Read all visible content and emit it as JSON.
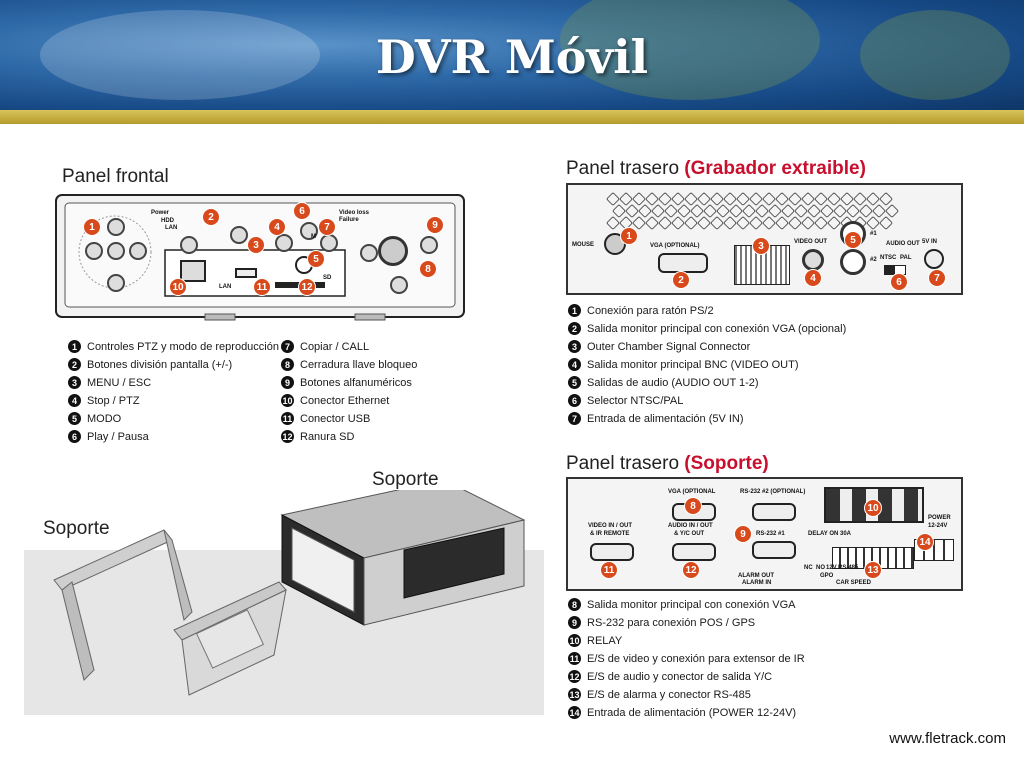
{
  "header": {
    "title": "DVR Móvil"
  },
  "front": {
    "heading": "Panel frontal",
    "labels": {
      "power": "Power",
      "hdd": "HDD",
      "lan": "LAN",
      "video_loss": "Video loss",
      "failure": "Failure",
      "lan2": "LAN",
      "sd": "SD",
      "m": "M"
    },
    "items": [
      {
        "n": "1",
        "text": "Controles PTZ y modo de reproducción"
      },
      {
        "n": "2",
        "text": "Botones división pantalla (+/-)"
      },
      {
        "n": "3",
        "text": "MENU / ESC"
      },
      {
        "n": "4",
        "text": "Stop / PTZ"
      },
      {
        "n": "5",
        "text": "MODO"
      },
      {
        "n": "6",
        "text": "Play / Pausa"
      },
      {
        "n": "7",
        "text": "Copiar / CALL"
      },
      {
        "n": "8",
        "text": "Cerradura llave bloqueo"
      },
      {
        "n": "9",
        "text": "Botones alfanuméricos"
      },
      {
        "n": "10",
        "text": "Conector Ethernet"
      },
      {
        "n": "11",
        "text": "Conector USB"
      },
      {
        "n": "12",
        "text": "Ranura SD"
      }
    ]
  },
  "rear1": {
    "heading": "Panel trasero",
    "heading_red": "(Grabador extraible)",
    "labels": {
      "mouse": "MOUSE",
      "vga": "VGA (OPTIONAL)",
      "video_out": "VIDEO OUT",
      "audio_out": "AUDIO OUT",
      "ch1": "#1",
      "ch2": "#2",
      "ntsc": "NTSC",
      "pal": "PAL",
      "in5v": "5V IN"
    },
    "items": [
      {
        "n": "1",
        "text": "Conexión para ratón PS/2"
      },
      {
        "n": "2",
        "text": "Salida monitor principal con conexión VGA (opcional)"
      },
      {
        "n": "3",
        "text": "Outer Chamber Signal Connector"
      },
      {
        "n": "4",
        "text": "Salida monitor principal BNC (VIDEO OUT)"
      },
      {
        "n": "5",
        "text": "Salidas de audio (AUDIO OUT 1-2)"
      },
      {
        "n": "6",
        "text": "Selector NTSC/PAL"
      },
      {
        "n": "7",
        "text": "Entrada de alimentación (5V IN)"
      }
    ]
  },
  "rear2": {
    "heading": "Panel trasero",
    "heading_red": "(Soporte)",
    "labels": {
      "vga": "VGA (OPTIONAL",
      "rs232_2": "RS-232 #2 (OPTIONAL)",
      "rs232_1": "RS-232 #1",
      "video_in": "VIDEO IN / OUT",
      "ir_remote": "& IR REMOTE",
      "audio_in": "AUDIO IN / OUT",
      "yc_out": "& Y/C OUT",
      "delay": "DELAY ON 30A",
      "power": "POWER",
      "power_v": "12-24V",
      "alarm_out": "ALARM OUT",
      "alarm_in": "ALARM IN",
      "nc": "NC",
      "no": "NO",
      "v12": "12V",
      "rs485": "RS-485",
      "car_speed": "CAR SPEED",
      "gpo": "GPO"
    },
    "items": [
      {
        "n": "8",
        "text": "Salida monitor principal con conexión VGA"
      },
      {
        "n": "9",
        "text": "RS-232 para conexión POS / GPS"
      },
      {
        "n": "10",
        "text": "RELAY"
      },
      {
        "n": "11",
        "text": "E/S de video y conexión para extensor de IR"
      },
      {
        "n": "12",
        "text": "E/S de audio y conector de salida Y/C"
      },
      {
        "n": "13",
        "text": "E/S de alarma y conector RS-485"
      },
      {
        "n": "14",
        "text": "Entrada de alimentación (POWER 12-24V)"
      }
    ]
  },
  "mounts": {
    "label_a": "Soporte",
    "label_b": "Soporte"
  },
  "footer": {
    "url": "www.fletrack.com"
  },
  "colors": {
    "marker": "#d84a1c",
    "accent_red": "#c8102e",
    "banner_blue": "#174a86",
    "stripe_gold": "#c9b040"
  }
}
